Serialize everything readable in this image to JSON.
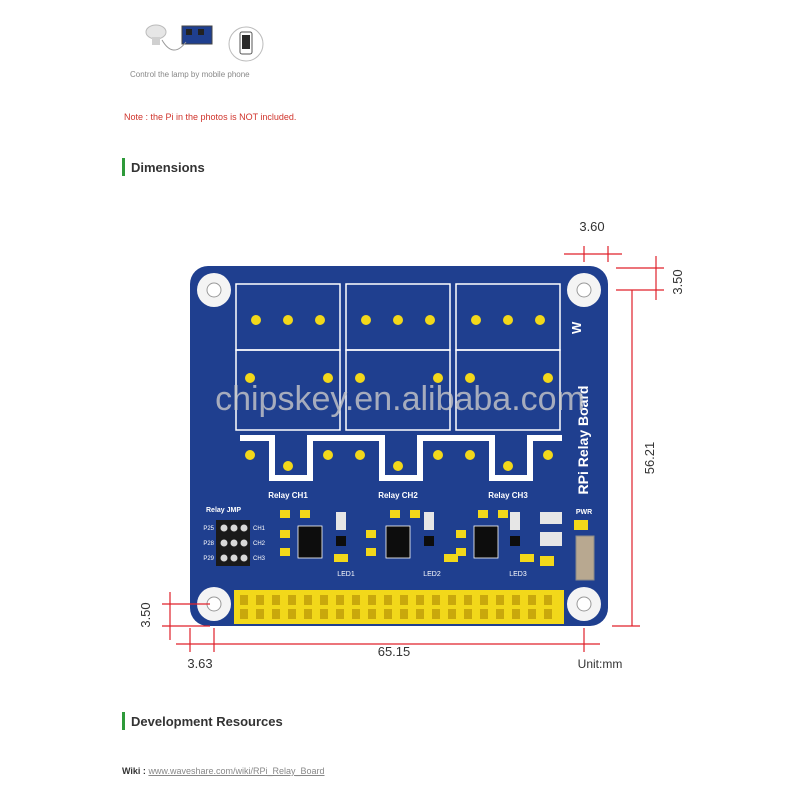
{
  "top": {
    "caption": "Control the lamp by mobile phone"
  },
  "note": "Note : the Pi in the photos is NOT included.",
  "sections": {
    "dimensions": "Dimensions",
    "development": "Development Resources"
  },
  "board": {
    "name": "RPi Relay Board",
    "channels": [
      "Relay CH1",
      "Relay CH2",
      "Relay CH3"
    ],
    "jumper_label": "Relay JMP",
    "jumper_pins": [
      "P25",
      "P28",
      "P29"
    ],
    "jumper_channels": [
      "CH1",
      "CH2",
      "CH3"
    ],
    "leds": [
      "LED1",
      "LED2",
      "LED3"
    ],
    "pwr": "PWR",
    "logo": "W"
  },
  "dimensions": {
    "top_offset": "3.60",
    "right_offset": "3.50",
    "height": "56.21",
    "bottom_offset": "3.50",
    "left_offset": "3.63",
    "width": "65.15",
    "unit": "Unit:mm"
  },
  "watermark": "chipskey.en.alibaba.com",
  "wiki": {
    "label": "Wiki :",
    "link": "www.waveshare.com/wiki/RPi_Relay_Board"
  },
  "colors": {
    "board": "#1f3f8f",
    "dimension_line": "#e0202a",
    "header": "#f2d81a",
    "accent_bar": "#2e9a3a"
  }
}
